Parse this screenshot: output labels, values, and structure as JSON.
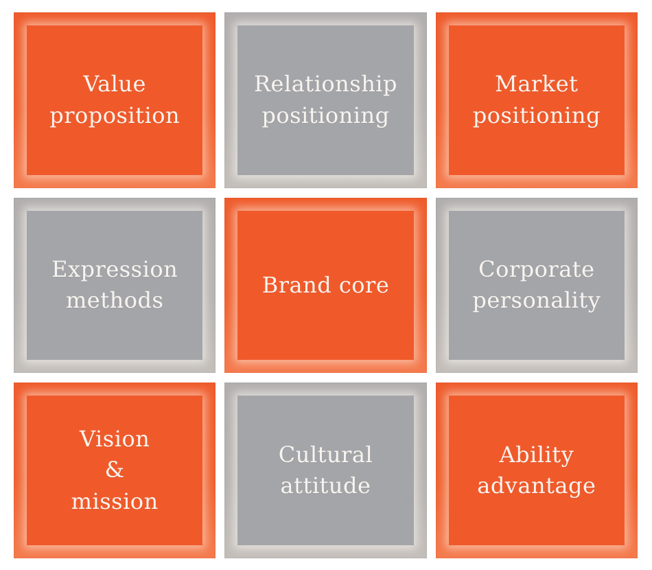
{
  "diagram": {
    "type": "3x3 brand model grid",
    "center": "Brand core"
  },
  "colors": {
    "orange_fill": "#F05A2B",
    "orange_frame_light": "#F6AD8C",
    "gray_fill": "#A4A5A9",
    "gray_frame_light": "#C6C1BC",
    "label_text": "#F8F4EF",
    "background": "#FFFFFF"
  },
  "cells": [
    {
      "label": "Value\nproposition",
      "variant": "orange",
      "row": 1,
      "col": 1
    },
    {
      "label": "Relationship\npositioning",
      "variant": "gray",
      "row": 1,
      "col": 2
    },
    {
      "label": "Market\npositioning",
      "variant": "orange",
      "row": 1,
      "col": 3
    },
    {
      "label": "Expression\nmethods",
      "variant": "gray",
      "row": 2,
      "col": 1
    },
    {
      "label": "Brand core",
      "variant": "orange",
      "row": 2,
      "col": 2
    },
    {
      "label": "Corporate\npersonality",
      "variant": "gray",
      "row": 2,
      "col": 3
    },
    {
      "label": "Vision\n&\nmission",
      "variant": "orange",
      "row": 3,
      "col": 1
    },
    {
      "label": "Cultural\nattitude",
      "variant": "gray",
      "row": 3,
      "col": 2
    },
    {
      "label": "Ability\nadvantage",
      "variant": "orange",
      "row": 3,
      "col": 3
    }
  ]
}
